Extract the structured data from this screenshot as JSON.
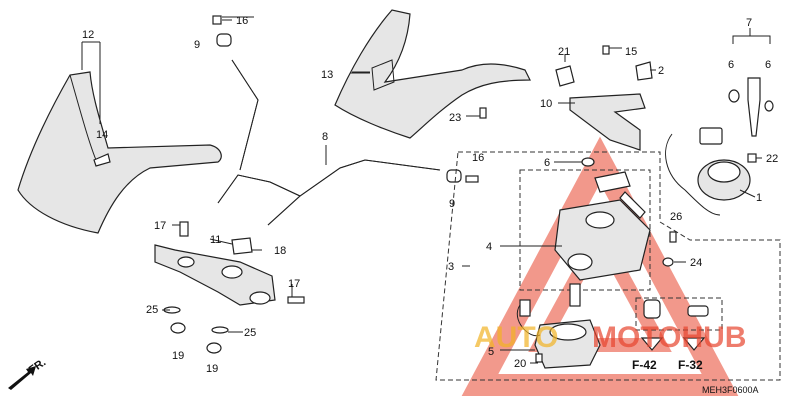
{
  "diagram": {
    "labels": {
      "p1": "1",
      "p2": "2",
      "p3": "3",
      "p4": "4",
      "p5": "5",
      "p6a": "6",
      "p6b": "6",
      "p6c": "6",
      "p7": "7",
      "p8": "8",
      "p9a": "9",
      "p9b": "9",
      "p10": "10",
      "p11": "11",
      "p12": "12",
      "p13": "13",
      "p14": "14",
      "p15": "15",
      "p16a": "16",
      "p16b": "16",
      "p17a": "17",
      "p17b": "17",
      "p18": "18",
      "p19a": "19",
      "p19b": "19",
      "p20": "20",
      "p21": "21",
      "p22": "22",
      "p23": "23",
      "p24": "24",
      "p25a": "25",
      "p25b": "25",
      "p26": "26"
    },
    "codes": {
      "f42": "F-42",
      "f32": "F-32"
    },
    "direction": "FR.",
    "reference": "MEH3F0600A",
    "watermark": {
      "left": "AUTO",
      "right": "MOTOHUB",
      "color": "#e8452e",
      "accent": "#f2b324"
    }
  }
}
